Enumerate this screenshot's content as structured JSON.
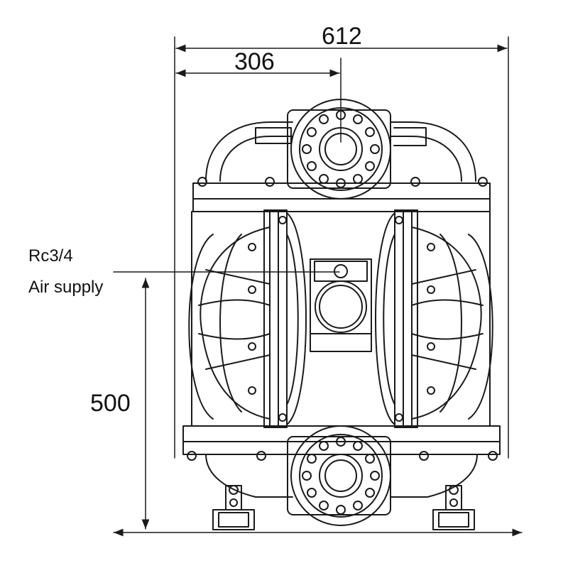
{
  "dimensions": {
    "overall_width": "612",
    "half_width": "306",
    "height": "500"
  },
  "labels": {
    "port_size": "Rc3/4",
    "port_name": "Air supply"
  },
  "colors": {
    "line": "#1a1a1a",
    "background": "#ffffff"
  }
}
